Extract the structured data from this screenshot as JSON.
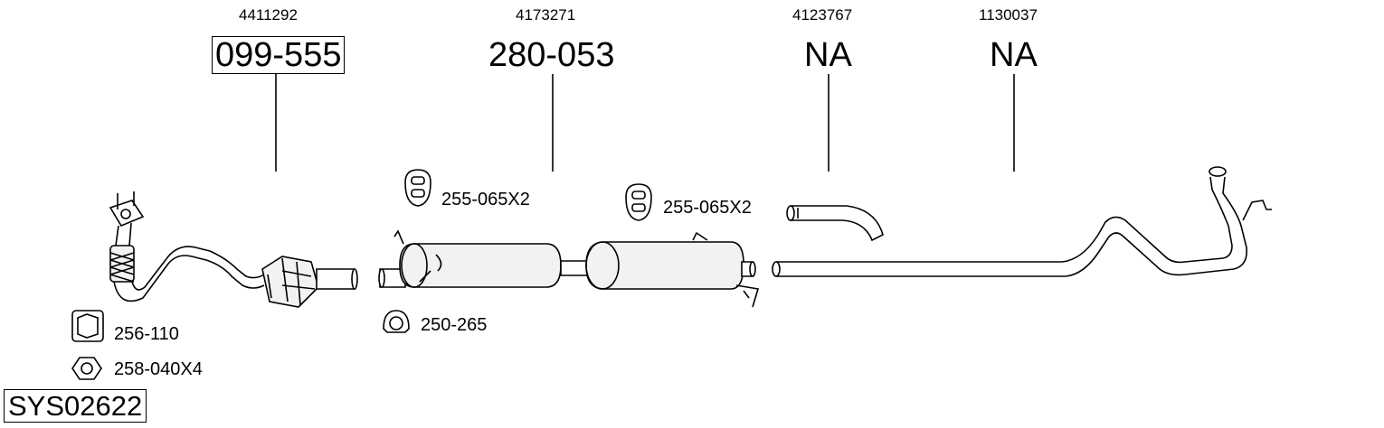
{
  "diagram": {
    "system_code": "SYS02622",
    "parts": [
      {
        "oe_ref": "4411292",
        "part_no": "099-555"
      },
      {
        "oe_ref": "4173271",
        "part_no": "280-053"
      },
      {
        "oe_ref": "4123767",
        "part_no": "NA"
      },
      {
        "oe_ref": "1130037",
        "part_no": "NA"
      }
    ],
    "accessories": [
      {
        "label": "255-065X2"
      },
      {
        "label": "255-065X2"
      },
      {
        "label": "250-265"
      },
      {
        "label": "256-110"
      },
      {
        "label": "258-040X4"
      }
    ]
  }
}
